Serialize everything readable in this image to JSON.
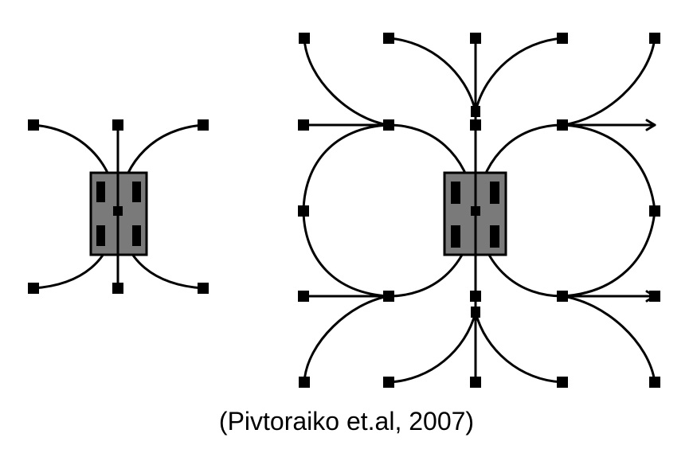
{
  "caption": "(Pivtoraiko et.al, 2007)",
  "colors": {
    "background": "#ffffff",
    "line": "#000000",
    "robot_body": "#7a7a7a",
    "wheel": "#000000"
  },
  "small_lattice": {
    "primitive_count": 6
  },
  "large_lattice": {
    "primitive_count": 18
  }
}
